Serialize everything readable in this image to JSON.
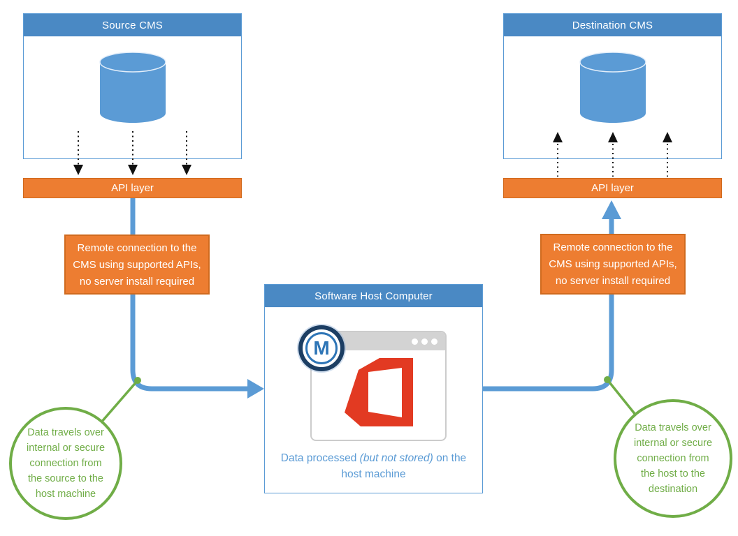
{
  "source": {
    "header": "Source CMS",
    "api": "API layer"
  },
  "destination": {
    "header": "Destination CMS",
    "api": "API layer"
  },
  "callout_left": {
    "line1": "Remote connection to the",
    "line2": "CMS using supported APIs,",
    "line3": "no server install required"
  },
  "callout_right": {
    "line1": "Remote connection to the",
    "line2": "CMS using supported APIs,",
    "line3": "no server install required"
  },
  "host": {
    "header": "Software Host Computer",
    "badge_letter": "M",
    "caption_pre": "Data processed ",
    "caption_italic": "(but not stored)",
    "caption_post": " on the host machine"
  },
  "note_left": {
    "line1": "Data travels over",
    "line2": "internal or secure",
    "line3": "connection from",
    "line4": "the source to the",
    "line5": "host machine"
  },
  "note_right": {
    "line1": "Data travels over",
    "line2": "internal or secure",
    "line3": "connection from",
    "line4": "the host to the",
    "line5": "destination"
  },
  "colors": {
    "header_blue": "#4A89C4",
    "line_blue": "#5B9BD5",
    "orange": "#ED7D31",
    "orange_border": "#D06A1E",
    "green": "#70AD47",
    "office_red": "#E23A22",
    "badge_navy": "#1C3E63",
    "badge_blue": "#2E75B6",
    "window_gray": "#D3D3D3",
    "arrow_black": "#111111"
  }
}
